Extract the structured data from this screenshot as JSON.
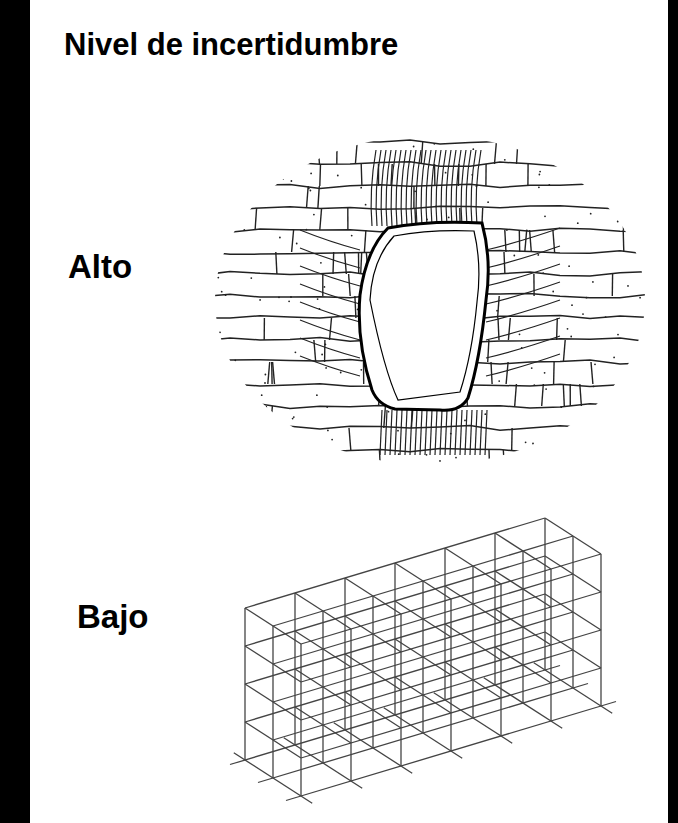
{
  "diagram": {
    "title": "Nivel de incertidumbre",
    "labels": [
      "Alto",
      "Bajo"
    ]
  }
}
